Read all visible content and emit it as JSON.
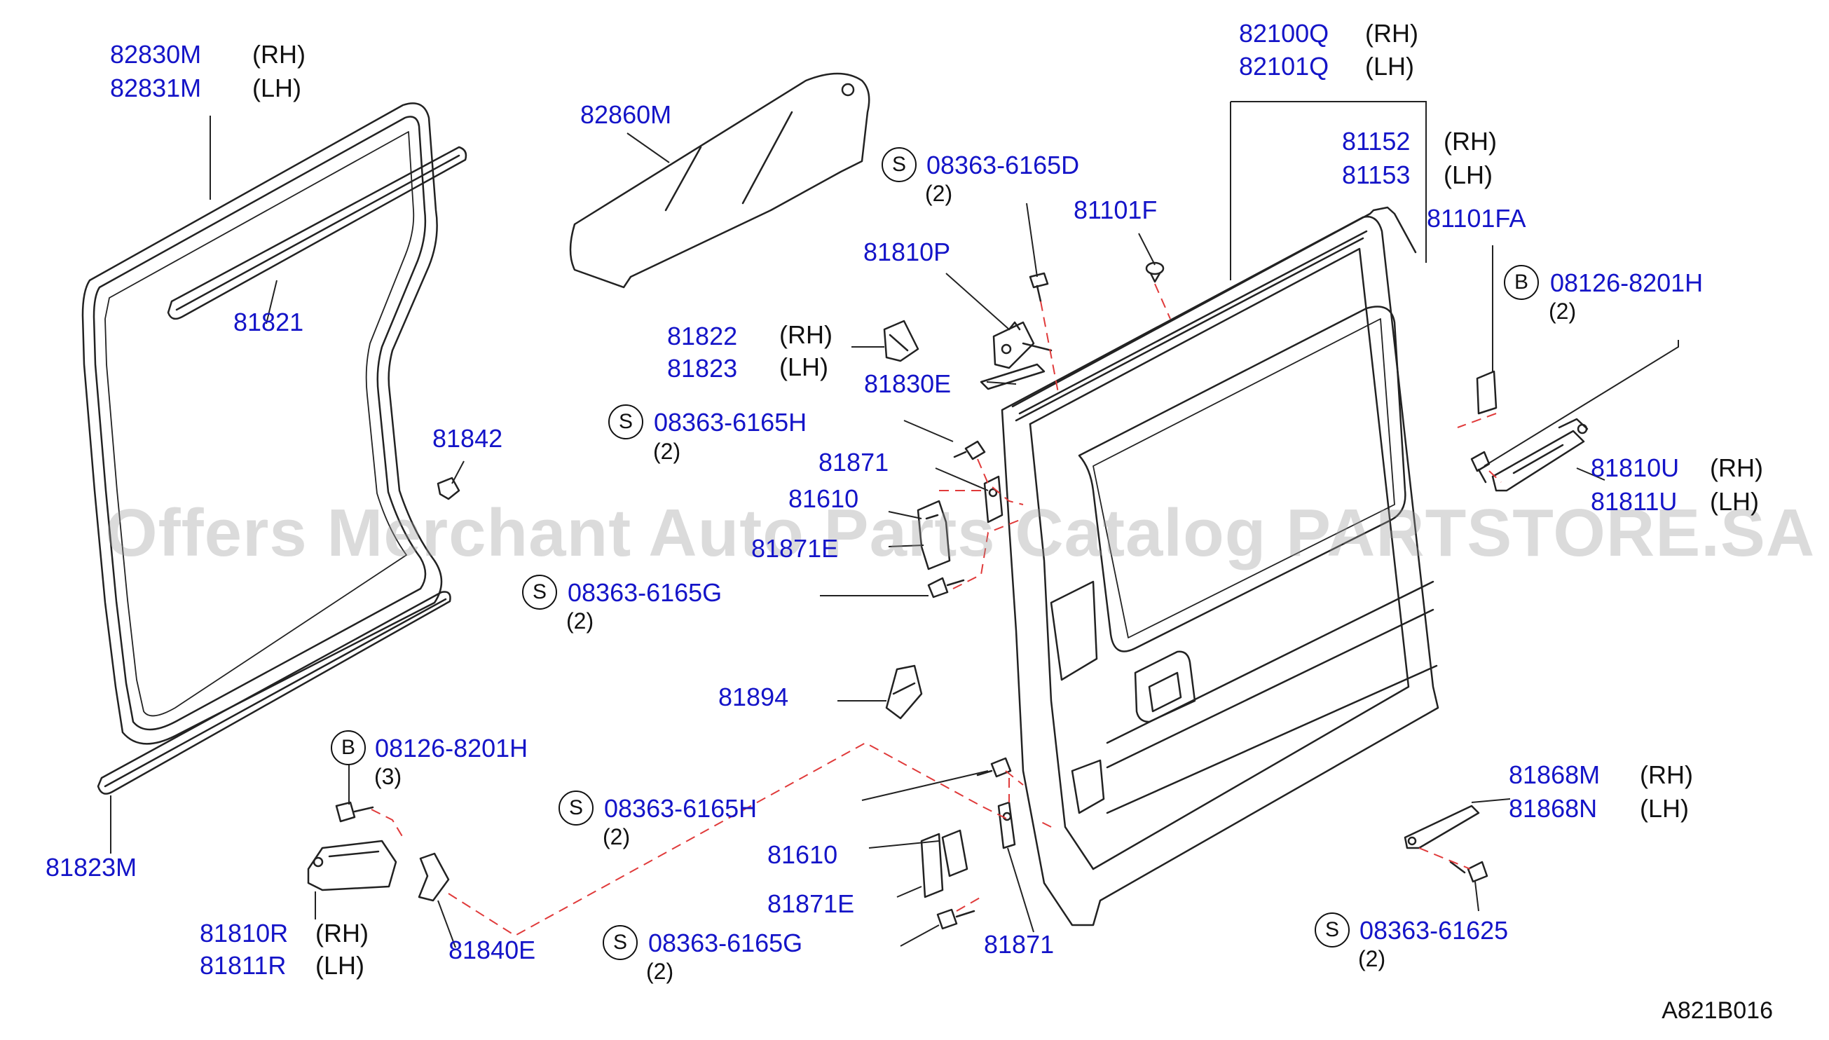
{
  "colors": {
    "part_number": "#1414c8",
    "line": "#222222",
    "dash": "#e03a3a",
    "watermark": "#9a9a9a"
  },
  "labels": {
    "l01": {
      "pn": "82830M",
      "side": "(RH)"
    },
    "l02": {
      "pn": "82831M",
      "side": "(LH)"
    },
    "l03": {
      "pn": "81821"
    },
    "l04": {
      "pn": "82860M"
    },
    "l05": {
      "pn": "81842"
    },
    "l06": {
      "pn": "81823M"
    },
    "l07": {
      "badge": "S",
      "pn": "08363-6165D",
      "qty": "(2)"
    },
    "l08": {
      "pn": "81101F"
    },
    "l09": {
      "pn": "81810P"
    },
    "l10": {
      "pn": "81822",
      "side": "(RH)"
    },
    "l11": {
      "pn": "81823",
      "side": "(LH)"
    },
    "l12": {
      "pn": "81830E"
    },
    "l13": {
      "badge": "S",
      "pn": "08363-6165H",
      "qty": "(2)"
    },
    "l14": {
      "pn": "81871"
    },
    "l15": {
      "pn": "81610"
    },
    "l16": {
      "pn": "81871E"
    },
    "l17": {
      "badge": "S",
      "pn": "08363-6165G",
      "qty": "(2)"
    },
    "l18": {
      "pn": "81894"
    },
    "l19": {
      "pn": "82100Q",
      "side": "(RH)"
    },
    "l20": {
      "pn": "82101Q",
      "side": "(LH)"
    },
    "l21": {
      "pn": "81152",
      "side": "(RH)"
    },
    "l22": {
      "pn": "81153",
      "side": "(LH)"
    },
    "l23": {
      "pn": "81101FA"
    },
    "l24": {
      "badge": "B",
      "pn": "08126-8201H",
      "qty": "(2)"
    },
    "l25": {
      "pn": "81810U",
      "side": "(RH)"
    },
    "l26": {
      "pn": "81811U",
      "side": "(LH)"
    },
    "l27": {
      "badge": "B",
      "pn": "08126-8201H",
      "qty": "(3)"
    },
    "l28": {
      "pn": "81810R",
      "side": "(RH)"
    },
    "l29": {
      "pn": "81811R",
      "side": "(LH)"
    },
    "l30": {
      "pn": "81840E"
    },
    "l31": {
      "badge": "S",
      "pn": "08363-6165H",
      "qty": "(2)"
    },
    "l32": {
      "pn": "81610"
    },
    "l33": {
      "pn": "81871E"
    },
    "l34": {
      "badge": "S",
      "pn": "08363-6165G",
      "qty": "(2)"
    },
    "l35": {
      "pn": "81871"
    },
    "l36": {
      "pn": "81868M",
      "side": "(RH)"
    },
    "l37": {
      "pn": "81868N",
      "side": "(LH)"
    },
    "l38": {
      "badge": "S",
      "pn": "08363-61625",
      "qty": "(2)"
    }
  },
  "watermark": "Offers Merchant Auto Parts Catalog PARTSTORE.SA",
  "diagram_code": "A821B016"
}
